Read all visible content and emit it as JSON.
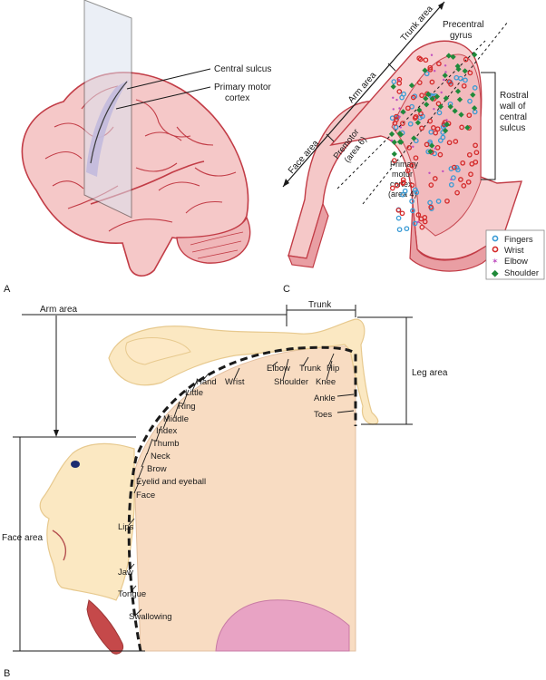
{
  "panels": {
    "a": {
      "letter": "A",
      "labels": {
        "central_sulcus": "Central sulcus",
        "motor_cortex_line1": "Primary motor",
        "motor_cortex_line2": "cortex"
      }
    },
    "b": {
      "letter": "B",
      "regions": {
        "arm": "Arm area",
        "trunk": "Trunk",
        "leg": "Leg area",
        "face": "Face area"
      },
      "homunculus_labels": [
        "Hand",
        "Wrist",
        "Elbow",
        "Shoulder",
        "Trunk",
        "Hip",
        "Knee",
        "Ankle",
        "Toes",
        "Little",
        "Ring",
        "Middle",
        "Index",
        "Thumb",
        "Neck",
        "Brow",
        "Eyelid and eyeball",
        "Face",
        "Lips",
        "Jaw",
        "Tongue",
        "Swallowing"
      ]
    },
    "c": {
      "letter": "C",
      "areas": {
        "face": "Face area",
        "arm": "Arm area",
        "trunk": "Trunk area"
      },
      "labels": {
        "precentral_line1": "Precentral",
        "precentral_line2": "gyrus",
        "rostral_line1": "Rostral",
        "rostral_line2": "wall of",
        "rostral_line3": "central",
        "rostral_line4": "sulcus",
        "premotor_line1": "Premotor",
        "premotor_line2": "(area 6)",
        "primary_line1": "Primary",
        "primary_line2": "motor",
        "primary_line3": "cortex",
        "primary_line4": "(area 4)"
      },
      "legend": [
        {
          "label": "Fingers",
          "color": "#3a9bd5",
          "marker": "circle"
        },
        {
          "label": "Wrist",
          "color": "#d42a2a",
          "marker": "circle"
        },
        {
          "label": "Elbow",
          "color": "#c050c0",
          "marker": "star"
        },
        {
          "label": "Shoulder",
          "color": "#1f8a3a",
          "marker": "diamond"
        }
      ]
    }
  },
  "colors": {
    "brain": "#f5c8c8",
    "brain_outline": "#c23c46",
    "skin": "#fbe8c2",
    "cortex": "#f8dcc2",
    "sulcus_band": "#a58ac8",
    "plane": "#dbe3ef"
  }
}
